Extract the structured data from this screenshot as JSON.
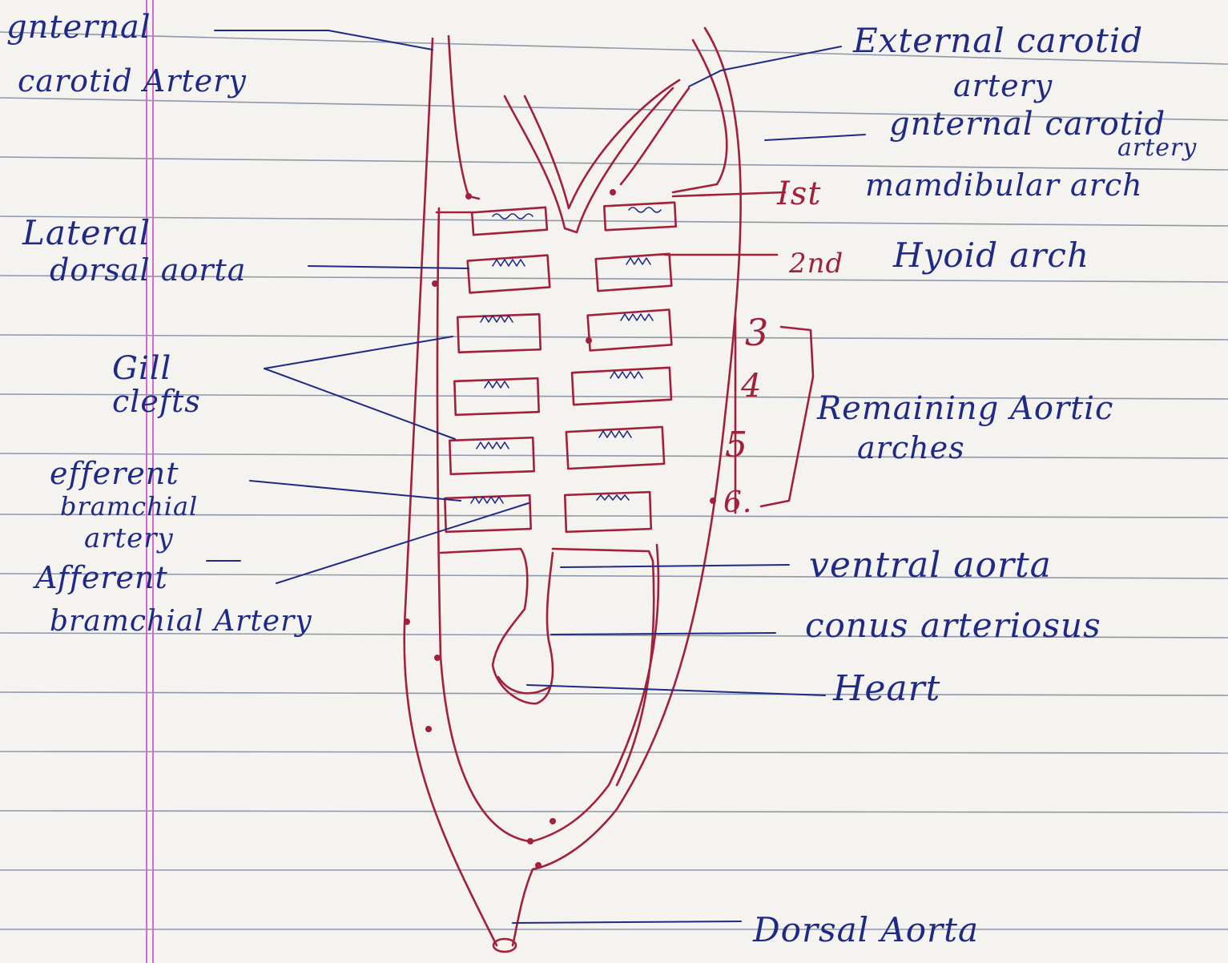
{
  "labels": {
    "internal_carotid_left_1": "gnternal",
    "internal_carotid_left_2": "carotid Artery",
    "external_carotid_1": "External carotid",
    "external_carotid_2": "artery",
    "internal_carotid_right_1": "gnternal carotid",
    "internal_carotid_right_2": "artery",
    "first_arch_num": "Ist",
    "first_arch": "mamdibular arch",
    "second_arch_num": "2nd",
    "second_arch": "Hyoid arch",
    "lateral_dorsal_aorta_1": "Lateral",
    "lateral_dorsal_aorta_2": "dorsal aorta",
    "gill_clefts_1": "Gill",
    "gill_clefts_2": "clefts",
    "arch_3": "3",
    "arch_4": "4",
    "arch_5": "5",
    "arch_6": "6.",
    "remaining_1": "Remaining Aortic",
    "remaining_2": "arches",
    "efferent_1": "efferent",
    "efferent_2": "bramchial",
    "efferent_3": "artery",
    "afferent_1": "Afferent",
    "afferent_2": "bramchial Artery",
    "ventral_aorta": "ventral aorta",
    "conus": "conus arteriosus",
    "heart": "Heart",
    "dorsal_aorta": "Dorsal Aorta"
  },
  "colors": {
    "paper": "#f4f3f0",
    "ruled_line": "#8f98a8",
    "margin_line": "#d46ad0",
    "ink_blue": "#1f2a86",
    "ink_red": "#a3203a"
  }
}
